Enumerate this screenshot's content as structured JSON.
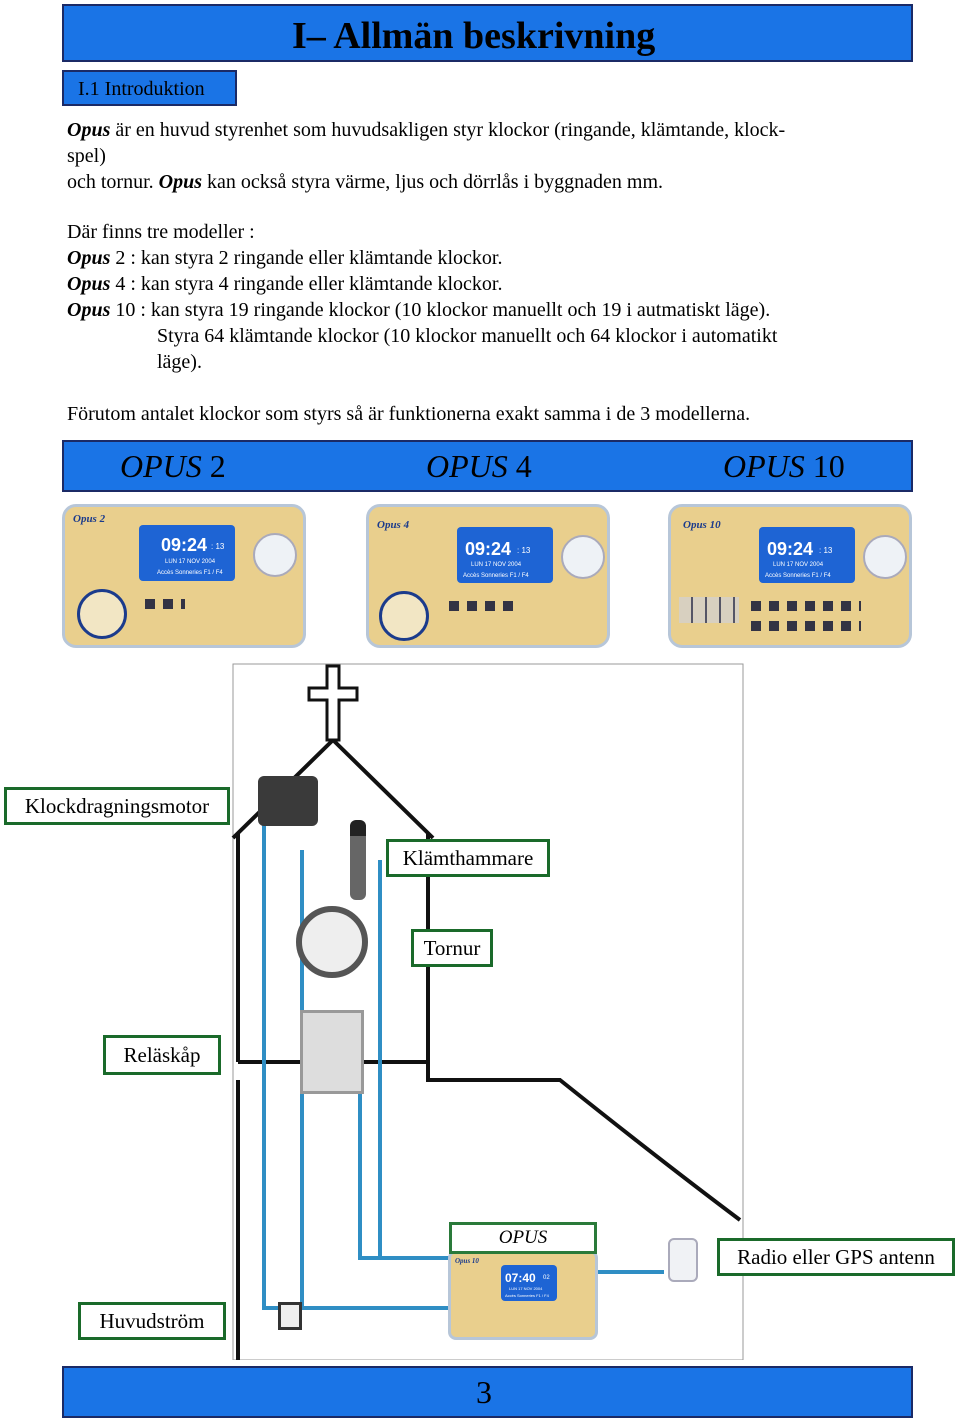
{
  "header": {
    "title": "I– Allmän beskrivning",
    "section": "I.1 Introduktion"
  },
  "intro": {
    "brand": "Opus",
    "line1_rest": " är en huvud styrenhet som huvudsakligen styr klockor (ringande, klämtande, klock-",
    "line2": "spel)",
    "line3_pre": "och tornur. ",
    "line3_rest": " kan också styra värme, ljus och dörrlås i byggnaden mm."
  },
  "models": {
    "heading": "Där finns tre modeller :",
    "opus2": " 2 : kan styra 2 ringande eller klämtande klockor.",
    "opus4": " 4 : kan styra 4 ringande eller klämtande klockor.",
    "opus10": " 10 : kan styra 19 ringande klockor (10 klockor manuellt och 19 i autmatiskt läge).",
    "opus10_cont1": "Styra 64 klämtande klockor (10 klockor manuellt och 64 klockor i automatikt",
    "opus10_cont2": "läge).",
    "summary": "Förutom antalet klockor som styrs så är funktionerna exakt samma i de 3 modellerna."
  },
  "model_bar": [
    {
      "name": "OPUS",
      "num": " 2"
    },
    {
      "name": "OPUS",
      "num": " 4"
    },
    {
      "name": "OPUS",
      "num": " 10"
    }
  ],
  "panels": [
    {
      "logo": "Opus 2",
      "time": "09:24",
      "sec": ": 13",
      "date": "LUN 17 NOV  2004",
      "info": "Accès Sonneries F1 / F4"
    },
    {
      "logo": "Opus 4",
      "time": "09:24",
      "sec": ": 13",
      "date": "LUN 17 NOV  2004",
      "info": "Accès Sonneries F1 / F4"
    },
    {
      "logo": "Opus 10",
      "time": "09:24",
      "sec": ": 13",
      "date": "LUN 17 NOV  2004",
      "info": "Accès Sonneries F1 / F4"
    }
  ],
  "diagram": {
    "motor": "Klockdragningsmotor",
    "hammer": "Klämthammare",
    "clock": "Tornur",
    "relay": "Reläskåp",
    "opus": "OPUS",
    "antenna": "Radio eller GPS antenn",
    "power": "Huvudström",
    "mini_panel": {
      "logo": "Opus 10",
      "time": "07:40",
      "sec": "02",
      "date": "LUN 17 NOV  2004",
      "info": "Accès Sonneries F1 / F4"
    }
  },
  "footer": {
    "page_number": "3"
  }
}
